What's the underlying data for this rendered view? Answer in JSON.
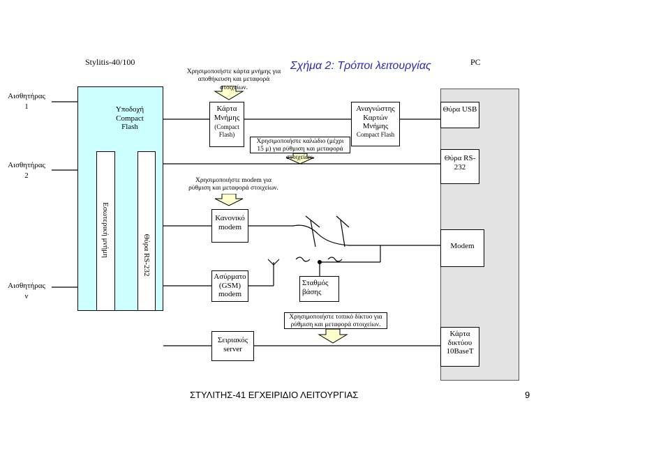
{
  "header": {
    "device_label": "Stylitis-40/100",
    "figure_title": "Σχήμα 2: Τρόποι λειτουργίας",
    "pc_label": "PC"
  },
  "notes": {
    "memory_card": "Χρησιμοποιήστε κάρτα μνήμης για αποθήκευση και μεταφορά στοιχείων.",
    "cable": "Χρησιμοποιήστε καλώδιο (μέχρι 15 μ) για ρύθμιση και μεταφορά στοιχείων.",
    "modem": "Χρησιμοποιήστε modem για ρύθμιση και μεταφορά στοιχείων.",
    "lan": "Χρησιμοποιήστε τοπικό δίκτυο για ρύθμιση και μεταφορά στοιχείων."
  },
  "sensors": {
    "sensor_1": "Αισθητήρας 1",
    "sensor_2": "Αισθητήρας 2",
    "sensor_n": "Αισθητήρας ν"
  },
  "device": {
    "internal_memory": "Εσωτερική μνήμη",
    "rs232_port": "Θύρα RS-232",
    "cf_slot": "Υποδοχή Compact Flash"
  },
  "blocks": {
    "memory_card_title": "Κάρτα Μνήμης",
    "memory_card_sub": "(Compact Flash)",
    "card_reader_title": "Αναγνώστης Καρτών Μνήμης",
    "card_reader_sub": "Compact Flash",
    "usb_port": "Θύρα USB",
    "pc_rs232": "Θύρα RS-232",
    "normal_modem": "Κανονικό modem",
    "gsm_modem": "Ασύρματο (GSM) modem",
    "base_station": "Σταθμός βάσης",
    "pc_modem": "Modem",
    "serial_server": "Σειριακός server",
    "network_card": "Κάρτα δικτύου 10BaseT"
  },
  "footer": {
    "manual_title": "ΣΤΥΛΙΤΗΣ-41 ΕΓΧΕΙΡΙΔΙΟ ΛΕΙΤΟΥΡΓΙΑΣ",
    "page_number": "9"
  },
  "colors": {
    "logger_fill": "#ccffff",
    "pc_fill": "#e3e3e3",
    "arrow_fill": "#ffffcc",
    "line": "#000000"
  }
}
